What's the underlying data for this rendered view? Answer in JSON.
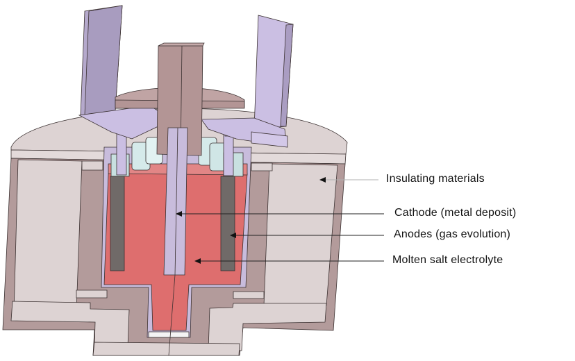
{
  "diagram": {
    "title": "Molten salt electrolysis cell cross-section",
    "labels": [
      {
        "id": "insulating",
        "text": "Insulating materials"
      },
      {
        "id": "cathode",
        "text": "Cathode (metal deposit)"
      },
      {
        "id": "anodes",
        "text": "Anodes (gas evolution)"
      },
      {
        "id": "electrolyte",
        "text": "Molten salt electrolyte"
      }
    ],
    "colors": {
      "insulation_light": "#ddd3d3",
      "insulation_dark": "#b39b9b",
      "electrolyte": "#de6e6e",
      "cathode": "#c8bcdc",
      "anode": "#706a68",
      "bracket": "#cbbfe3",
      "lid_block": "#b39595",
      "cylinders": "#c8e0e0"
    }
  }
}
